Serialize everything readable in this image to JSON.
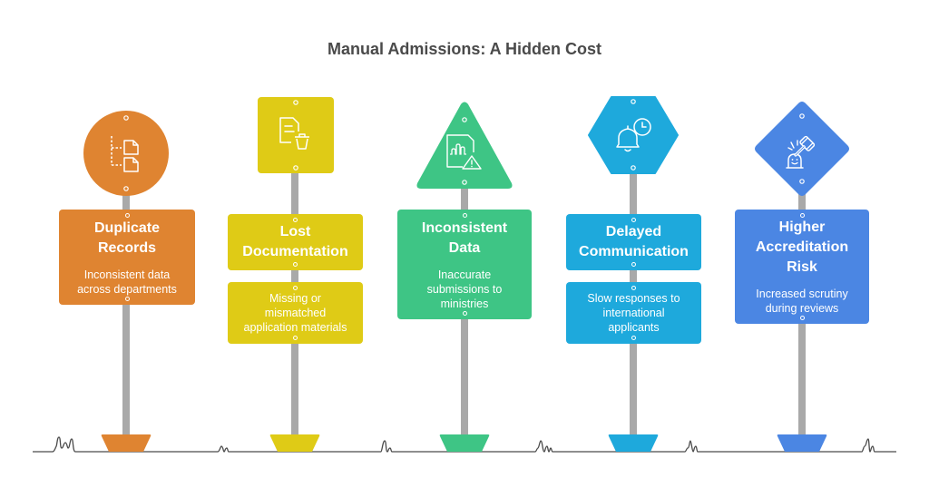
{
  "title": "Manual Admissions: A Hidden Cost",
  "colors": {
    "orange": "#df8431",
    "yellow": "#dfcb16",
    "green": "#3ec585",
    "cyan": "#1ea9dc",
    "blue": "#4b86e3",
    "pole": "#a9a9a9",
    "ground": "#4a4a4a",
    "title": "#4a4a4a"
  },
  "signs": [
    {
      "shape": "circle",
      "icon": "duplicate-documents-icon",
      "heading_line1": "Duplicate",
      "heading_line2": "Records",
      "description_line1": "Inconsistent data",
      "description_line2": "across departments",
      "color": "#df8431"
    },
    {
      "shape": "square",
      "icon": "document-trash-icon",
      "heading_line1": "Lost",
      "heading_line2": "Documentation",
      "description_line1": "Missing or",
      "description_line2": "mismatched",
      "description_line3": "application materials",
      "color": "#dfcb16"
    },
    {
      "shape": "triangle",
      "icon": "chart-document-warning-icon",
      "heading_line1": "Inconsistent",
      "heading_line2": "Data",
      "description_line1": "Inaccurate",
      "description_line2": "submissions to",
      "description_line3": "ministries",
      "color": "#3ec585"
    },
    {
      "shape": "hexagon",
      "icon": "bell-clock-icon",
      "heading_line1": "Delayed",
      "heading_line2": "Communication",
      "description_line1": "Slow responses to",
      "description_line2": "international",
      "description_line3": "applicants",
      "color": "#1ea9dc"
    },
    {
      "shape": "diamond",
      "icon": "gavel-icon",
      "heading_line1": "Higher",
      "heading_line2": "Accreditation",
      "heading_line3": "Risk",
      "description_line1": "Increased scrutiny",
      "description_line2": "during reviews",
      "color": "#4b86e3"
    }
  ]
}
